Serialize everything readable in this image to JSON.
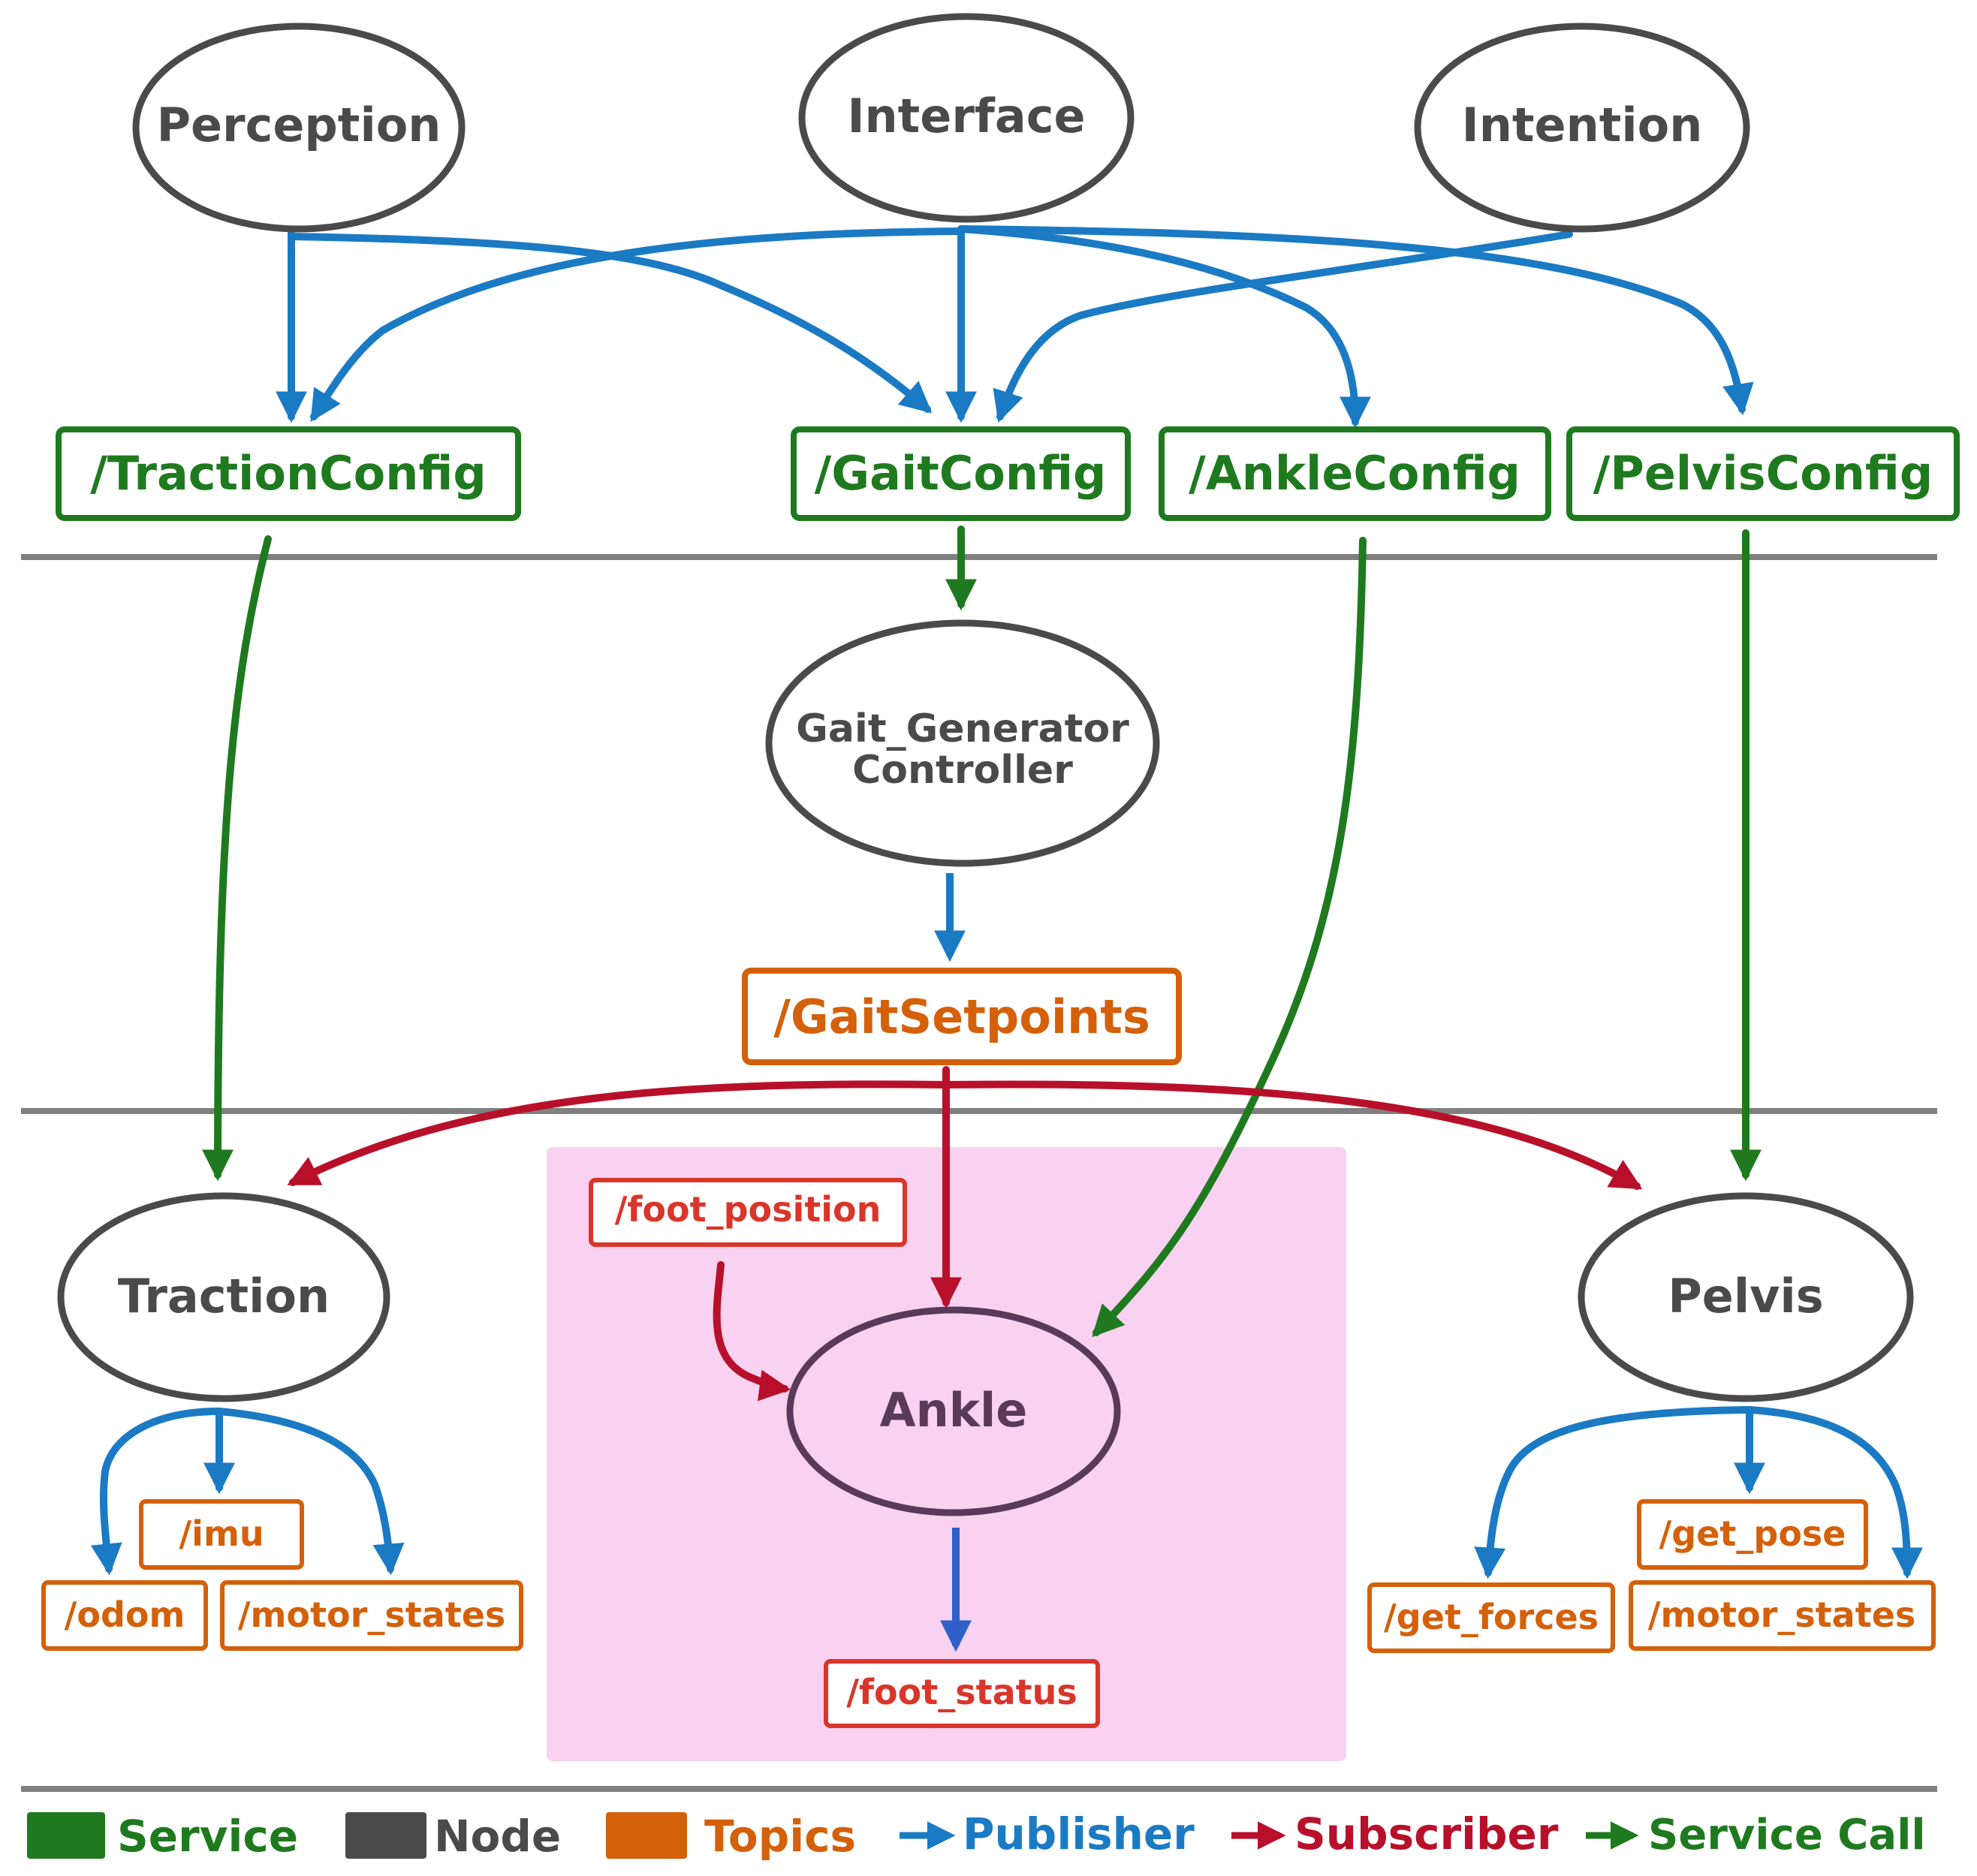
{
  "nodes": {
    "perception": "Perception",
    "interface": "Interface",
    "intention": "Intention",
    "gait_generator_line1": "Gait_Generator",
    "gait_generator_line2": "Controller",
    "traction": "Traction",
    "ankle": "Ankle",
    "pelvis": "Pelvis"
  },
  "services": {
    "traction_config": "/TractionConfig",
    "gait_config": "/GaitConfig",
    "ankle_config": "/AnkleConfig",
    "pelvis_config": "/PelvisConfig"
  },
  "topics": {
    "gait_setpoints": "/GaitSetpoints",
    "foot_position": "/foot_position",
    "foot_status": "/foot_status",
    "imu": "/imu",
    "odom": "/odom",
    "traction_motor_states": "/motor_states",
    "get_pose": "/get_pose",
    "get_forces": "/get_forces",
    "pelvis_motor_states": "/motor_states"
  },
  "legend": {
    "service": "Service",
    "node": "Node",
    "topics": "Topics",
    "publisher": "Publisher",
    "subscriber": "Subscriber",
    "service_call": "Service Call"
  },
  "colors": {
    "service": "#1f7a1f",
    "node": "#4a4a4a",
    "topic": "#d4600a",
    "topic_red": "#d9362b",
    "publisher": "#1b7ac4",
    "subscriber": "#b8102a",
    "service_call": "#1f7a1f",
    "ankle_zone": "#f8d2f0"
  }
}
